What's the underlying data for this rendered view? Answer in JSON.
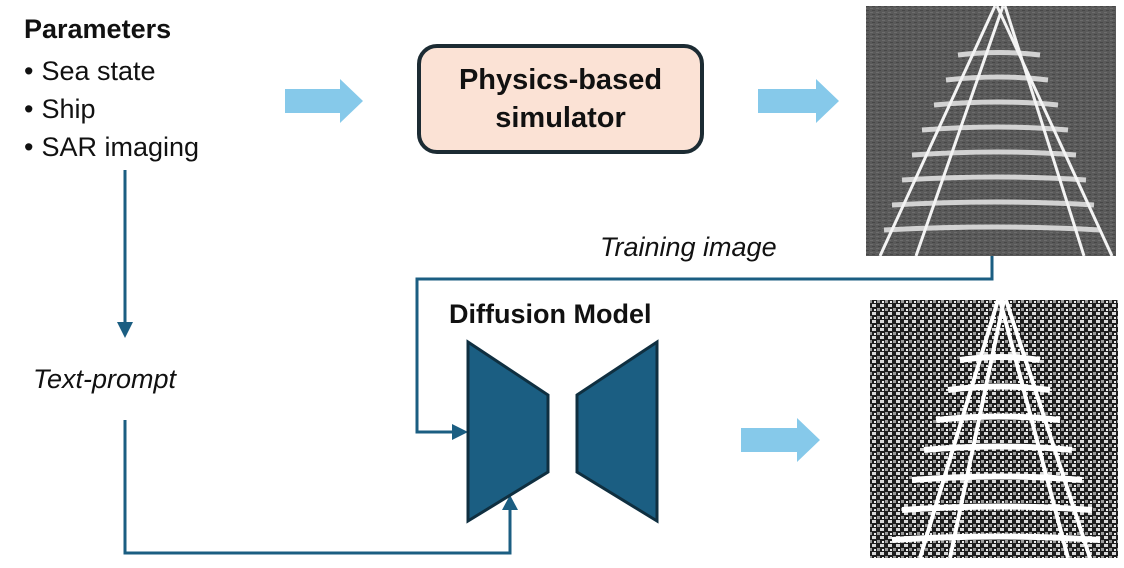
{
  "parameters": {
    "title": "Parameters",
    "items": [
      "Sea state",
      "Ship",
      "SAR imaging"
    ]
  },
  "simulator": {
    "label": "Physics-based simulator"
  },
  "diffusion": {
    "title": "Diffusion Model"
  },
  "labels": {
    "training_image": "Training image",
    "text_prompt": "Text-prompt"
  },
  "colors": {
    "flow_line": "#1b5e82",
    "block_arrow": "#86c9ea",
    "model_fill": "#1b5e82",
    "model_stroke": "#0f2f40",
    "simulator_fill": "#fbe2d5",
    "simulator_border": "#1c2b33"
  },
  "images": {
    "simulated": "simulated SAR ship wake image (grayscale)",
    "generated": "generated SAR ship wake image (high-contrast grayscale)"
  }
}
